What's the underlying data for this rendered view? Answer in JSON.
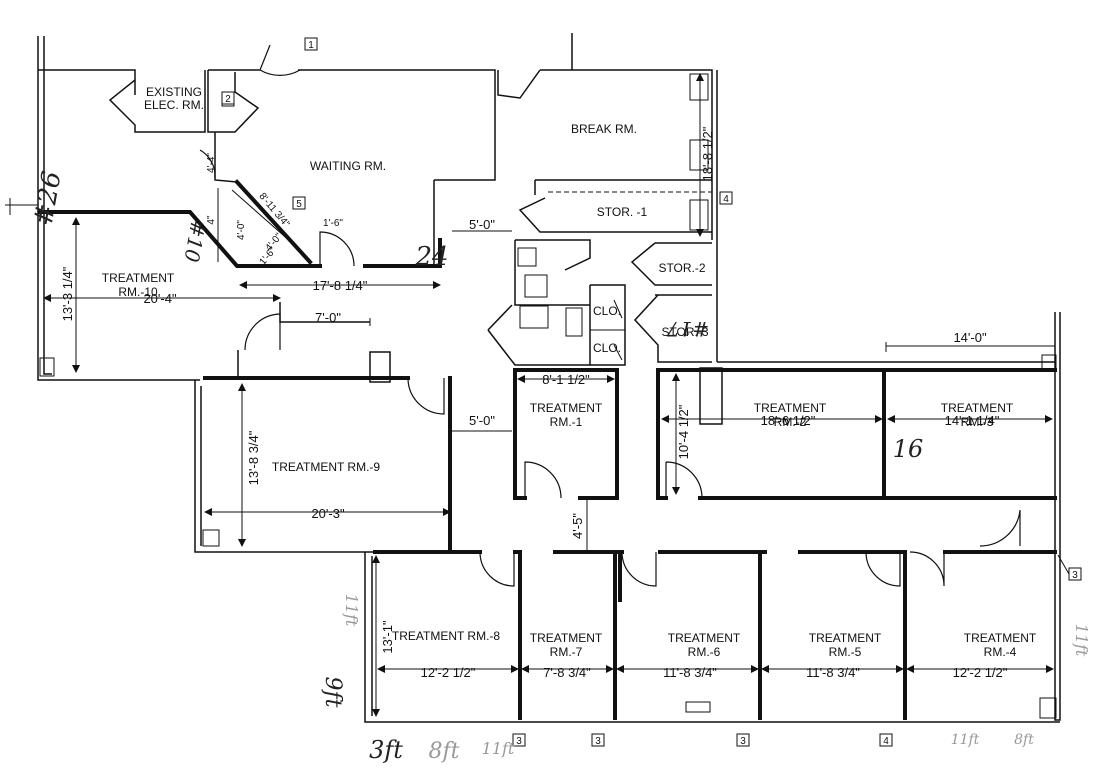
{
  "rooms": {
    "existing_elec": [
      "EXISTING",
      "ELEC. RM."
    ],
    "waiting": "WAITING RM.",
    "break": "BREAK RM.",
    "stor1": "STOR. -1",
    "stor2": "STOR.-2",
    "stor3": "STOR.-3",
    "clo1": "CLO.",
    "clo2": "CLO.",
    "treatment_10": [
      "TREATMENT",
      "RM.-10"
    ],
    "treatment_9": "TREATMENT RM.-9",
    "treatment_1": [
      "TREATMENT",
      "RM.-1"
    ],
    "treatment_2": [
      "TREATMENT",
      "RM.-2"
    ],
    "treatment_3": [
      "TREATMENT",
      "RM.-3"
    ],
    "treatment_8": "TREATMENT RM.-8",
    "treatment_7": [
      "TREATMENT",
      "RM.-7"
    ],
    "treatment_6": [
      "TREATMENT",
      "RM.-6"
    ],
    "treatment_5": [
      "TREATMENT",
      "RM.-5"
    ],
    "treatment_4": [
      "TREATMENT",
      "RM.-4"
    ]
  },
  "dimensions": {
    "waiting_width": "17'-8 1/4\"",
    "rm10_width": "20'-4\"",
    "rm10_height": "13'-3 1/4\"",
    "rm9_width": "20'-3\"",
    "rm9_height": "13'-8 3/4\"",
    "corridor_7": "7'-0\"",
    "corridor_5_upper": "5'-0\"",
    "corridor_5_lower": "5'-0\"",
    "corridor_4_5": "4'-5\"",
    "rm1_width": "8'-1 1/2\"",
    "rm2_width": "18'-6 1/2\"",
    "rm2_height": "10'-4 1/2\"",
    "rm3_width": "14'-1 1/4\"",
    "rm3_top": "14'-0\"",
    "break_height": "18'-8 1/2\"",
    "rm8_width": "12'-2 1/2\"",
    "rm8_height": "13'-1\"",
    "rm7_width": "7'-8 3/4\"",
    "rm6_width": "11'-8 3/4\"",
    "rm5_width": "11'-8 3/4\"",
    "rm4_width": "12'-2 1/2\"",
    "diag_4_0_a": "4'-0\"",
    "diag_4_0_b": "4'-0\"",
    "diag_1_6_a": "1'-6\"",
    "diag_1_6_b": "1'-6\"",
    "diag_4_a": "4'-4\"",
    "diag_4_b": "4\"",
    "diag_len": "8'-11 3/4\""
  },
  "tags": [
    "1",
    "2",
    "3",
    "3",
    "3",
    "3",
    "4",
    "5"
  ],
  "handwritten": {
    "h26": "#26",
    "h10": "#10",
    "h24": "24",
    "h17": "#17",
    "h16": "16",
    "h9ft": "9ft",
    "h3ft": "3ft",
    "h8ft": "8ft",
    "h11ft": "11ft",
    "h11ft_left": "11ft",
    "h11ft_right": "11ft",
    "h11ft_br": "11ft",
    "h8ft_br": "8ft"
  }
}
